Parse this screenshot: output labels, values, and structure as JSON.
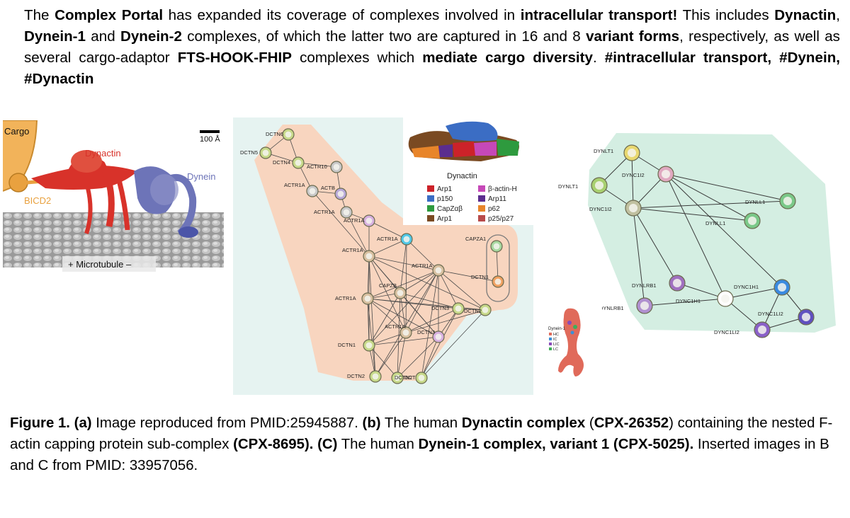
{
  "intro": {
    "t1": "The ",
    "b1": "Complex Portal",
    "t2": " has expanded its coverage of complexes involved in ",
    "b2": "intracellular transport!",
    "t3": " This includes ",
    "b3": "Dynactin",
    "t4": ", ",
    "b4": "Dynein-1",
    "t5": " and ",
    "b5": "Dynein-2",
    "t6": " complexes, of which the latter two are captured in 16 and 8 ",
    "b6": "variant forms",
    "t7": ", respectively, as well as several cargo-adaptor ",
    "b7": "FTS-HOOK-FHIP",
    "t8": " complexes which ",
    "b8": "mediate cargo diversity",
    "t9": ". ",
    "b9": "#intracellular transport, #Dynein, #Dynactin"
  },
  "panel_a": {
    "cargo": "Cargo",
    "scale": "100 Å",
    "dynactin": "Dynactin",
    "dynein": "Dynein",
    "bicd2": "BICD2",
    "microtubule": "+  Microtubule   –"
  },
  "panel_b": {
    "legend_title": "Dynactin",
    "legend_items": [
      "Arp1",
      "p150",
      "CapZαβ",
      "Arp1",
      "β-actin-H",
      "Arp11",
      "p62",
      "p25/p27"
    ],
    "legend_colors": [
      "#cc2229",
      "#3b6dc4",
      "#2e9a3e",
      "#7a4a22",
      "#c648b8",
      "#5b2d8e",
      "#e8852a",
      "#b84a4a"
    ],
    "nodes": [
      "DCTN6",
      "DCTN5",
      "DCTN4",
      "ACTR10",
      "ACTR1A",
      "ACTB",
      "ACTR1A",
      "ACTR1A",
      "ACTR1A",
      "ACTR1A",
      "CAPZA1",
      "ACTR1A",
      "DCTN1",
      "CAPZB",
      "ACTR1A",
      "DCTN3",
      "ACTR1A",
      "DCTN2",
      "DCTN3",
      "DCTN1",
      "DCTN2",
      "DCTN2",
      "DCTN2"
    ]
  },
  "panel_c": {
    "nodes": [
      "DYNLT1",
      "DYNC1I2",
      "DYNLT1",
      "DYNC1I2",
      "DYNLL1",
      "DYNLL1",
      "DYNLRB1",
      "DYNLRB1",
      "DYNC1H1",
      "DYNC1H1",
      "DYNC1LI2",
      "DYNC1LI2"
    ],
    "inset_title": "Dynein-1",
    "inset_items": [
      "HC",
      "IC",
      "LIC",
      "LC"
    ],
    "inset_colors": [
      "#e06a5a",
      "#3b8fd6",
      "#8a4ab8",
      "#3fae5a"
    ]
  },
  "caption": {
    "b1": "Figure 1.",
    "b2": " (a)",
    "t1": " Image reproduced from PMID:25945887. ",
    "b3": "(b)",
    "t2": " The human ",
    "b4": "Dynactin complex",
    "t3": " (",
    "b5": "CPX-26352",
    "t4": ") containing the nested F-actin capping protein sub-complex ",
    "b6": "(CPX-8695). (C)",
    "t5": " The human ",
    "b7": "Dynein-1 complex, variant 1 (CPX-5025).",
    "t6": " Inserted images in B and C from PMID: 33957056."
  },
  "colors": {
    "panel_b_bg": "#e6f3f1",
    "panel_b_hull": "#f8d5bf",
    "panel_c_hull": "#d4eee2",
    "dynactin_red": "#d8322a",
    "dynein_blue": "#6d74b8",
    "bicd2_orange": "#e9a13f"
  }
}
